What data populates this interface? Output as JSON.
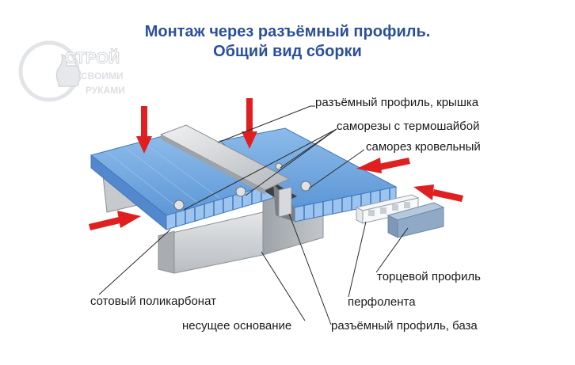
{
  "title": {
    "line1": "Монтаж через разъёмный профиль.",
    "line2": "Общий вид сборки"
  },
  "logo": {
    "word1": "СТРОЙ",
    "word2": "СВОИМИ",
    "word3": "РУКАМИ"
  },
  "labels": {
    "cap_profile": "разъёмный профиль, крышка",
    "thermo_screws": "саморезы с термошайбой",
    "roof_screw": "саморез кровельный",
    "end_profile": "торцевой профиль",
    "perforated_tape": "перфолента",
    "base_profile": "разъёмный профиль, база",
    "polycarbonate": "сотовый поликарбонат",
    "support_base": "несущее основание"
  },
  "colors": {
    "title": "#2c4f9a",
    "arrow": "#e02020",
    "panel": "#6fa6de",
    "panel_dark": "#3f78c0",
    "metal": "#c9ccd0"
  }
}
